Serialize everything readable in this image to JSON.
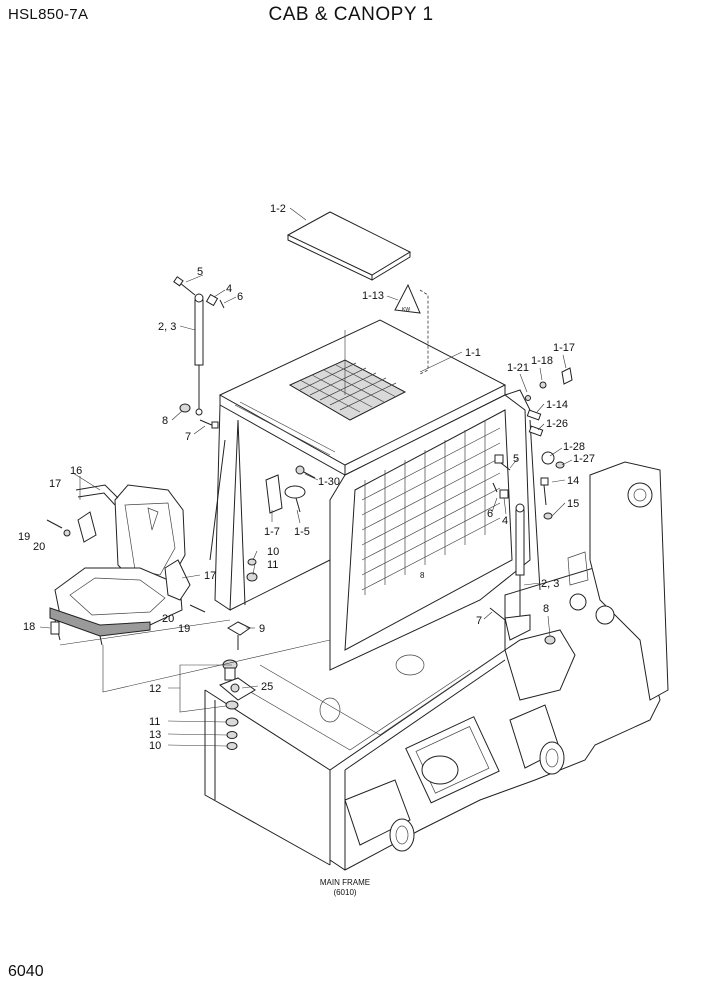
{
  "header": {
    "model": "HSL850-7A",
    "title": "CAB & CANOPY 1"
  },
  "footer": {
    "page_number": "6040"
  },
  "diagram": {
    "reference_note": [
      "MAIN FRAME",
      "(6010)"
    ],
    "callouts": [
      "1-2",
      "1-13",
      "1-1",
      "1-17",
      "1-18",
      "1-21",
      "1-14",
      "1-26",
      "1-28",
      "1-27",
      "5",
      "4",
      "6",
      "2, 3",
      "8",
      "7",
      "1-30",
      "1-7",
      "1-5",
      "16",
      "17",
      "19",
      "20",
      "10",
      "11",
      "17",
      "20",
      "19",
      "18",
      "9",
      "12",
      "25",
      "11",
      "13",
      "10",
      "5",
      "6",
      "4",
      "14",
      "15",
      "2, 3",
      "7",
      "8"
    ],
    "decal_text": "KW",
    "panel_mark": "8"
  }
}
